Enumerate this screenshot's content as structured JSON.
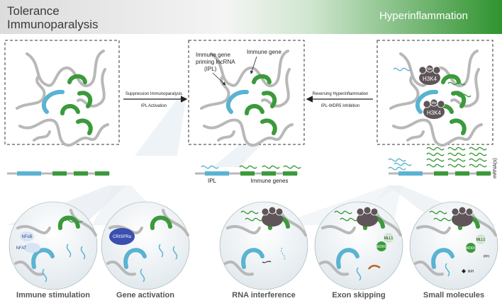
{
  "header": {
    "left_line1": "Tolerance",
    "left_line2": "Immunoparalysis",
    "right": "Hyperinflammation"
  },
  "arrows": {
    "left_top": "Suppression Immunoparalysis",
    "left_bottom": "IPL Activation",
    "right_top": "Reversing Hyperinflammation",
    "right_bottom": "IPL-WDR5 Inhibition"
  },
  "annotations": {
    "ipl_line1": "Immune gene",
    "ipl_line2": "priming lncRNA",
    "ipl_line3": "(IPL)",
    "immune_gene": "Immune gene",
    "track_ipl": "IPL",
    "track_immune_genes": "Immune genes",
    "mrna": "mRNA(s)"
  },
  "histone": {
    "mark": "Me",
    "label": "H3K4"
  },
  "circles": {
    "nfkb": "NFκB",
    "nfat": "NFAT",
    "crispra": "CRISPRa",
    "mll1": "MLL1",
    "wdr5": "WDR5",
    "ppi": "PPI",
    "rpi": "RPI"
  },
  "captions": [
    "Immune stimulation",
    "Gene activation",
    "RNA interference",
    "Exon skipping",
    "Small molecules"
  ],
  "colors": {
    "gene": "#3b9a3b",
    "ipl": "#5ab3d2",
    "chromatin": "#b8b8b8",
    "histone": "#5f5558",
    "header_left": "#e4e4e4",
    "header_right": "#3a9a3a"
  }
}
